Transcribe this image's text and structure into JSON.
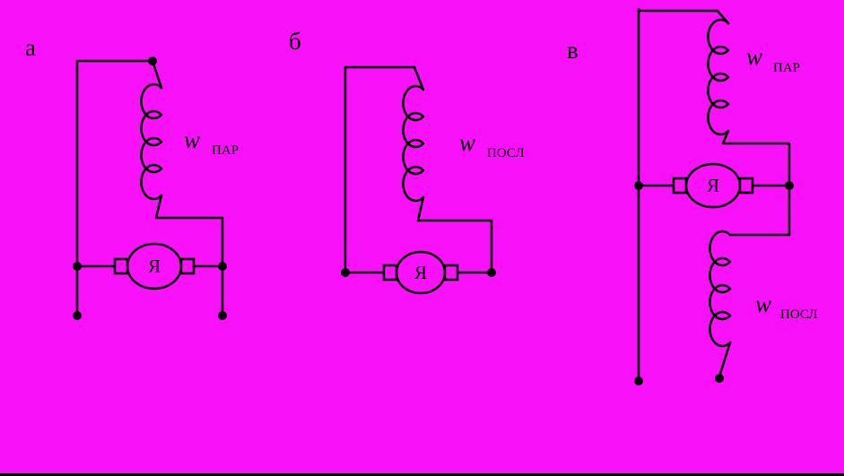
{
  "colors": {
    "background": "#f911f9",
    "line": "#000000"
  },
  "circuits": [
    {
      "label": "а",
      "armature": "Я",
      "windings": [
        {
          "symbol": "w",
          "subscript": "ПАР"
        }
      ]
    },
    {
      "label": "б",
      "armature": "Я",
      "windings": [
        {
          "symbol": "w",
          "subscript": "ПОСЛ"
        }
      ]
    },
    {
      "label": "в",
      "armature": "Я",
      "windings": [
        {
          "symbol": "w",
          "subscript": "ПАР"
        },
        {
          "symbol": "w",
          "subscript": "ПОСЛ"
        }
      ]
    }
  ]
}
